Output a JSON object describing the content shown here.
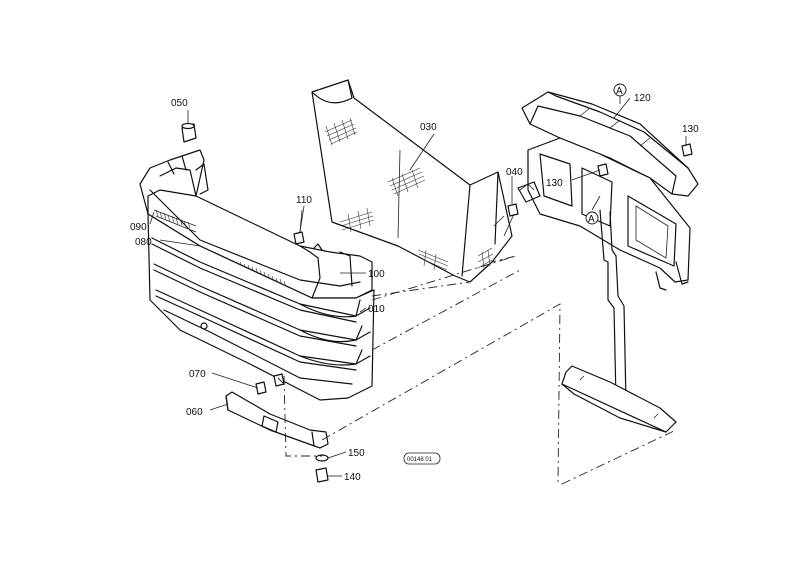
{
  "labels": {
    "p010": "010",
    "p030": "030",
    "p040": "040",
    "p050": "050",
    "p060": "060",
    "p070": "070",
    "p080": "080",
    "p090": "090",
    "p100": "100",
    "p110": "110",
    "p120": "120",
    "p130a": "130",
    "p130b": "130",
    "p140": "140",
    "p150": "150",
    "refA1": "A",
    "refA2": "A",
    "drawing_code": "00148 01"
  }
}
